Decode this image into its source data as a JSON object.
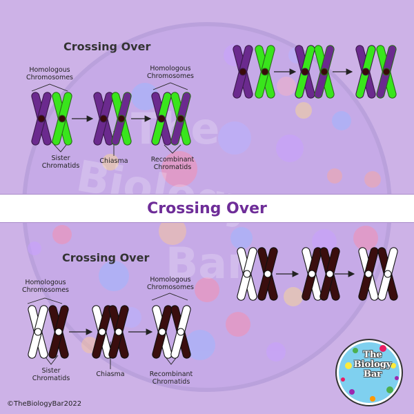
{
  "banner": {
    "title": "Crossing Over"
  },
  "top_panel": {
    "title": "Crossing Over",
    "labels": {
      "homologous_1": "Homologous\nChromosomes",
      "homologous_2": "Homologous\nChromosomes",
      "sister": "Sister\nChromatids",
      "chiasma": "Chiasma",
      "recombinant": "Recombinant\nChromatids"
    },
    "colors": {
      "maternal": "#6b2a8e",
      "paternal": "#39e51c"
    }
  },
  "bottom_panel": {
    "title": "Crossing Over",
    "labels": {
      "homologous_1": "Homologous\nChromosomes",
      "homologous_2": "Homologous\nChromosomes",
      "sister": "Sister\nChromatids",
      "chiasma": "Chiasma",
      "recombinant": "Recombinant\nChromatids"
    },
    "colors": {
      "outline": "#ffffff",
      "filled": "#3a0e0e"
    }
  },
  "watermark": {
    "line1": "The",
    "line2": "Biology",
    "line3": "Bar"
  },
  "logo": {
    "line1": "The",
    "line2": "Biology",
    "line3": "Bar"
  },
  "footer": {
    "copyright": "©TheBiologyBar2022"
  },
  "colors": {
    "background": "#cdb2e7",
    "banner_text": "#6e2d98"
  }
}
